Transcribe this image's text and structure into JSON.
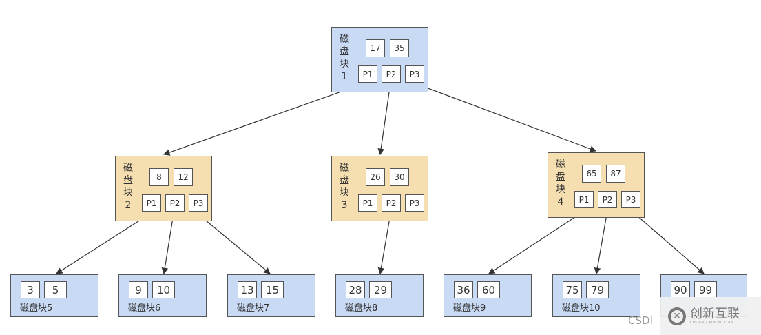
{
  "root": {
    "label": "磁盘块1",
    "keys": [
      "17",
      "35"
    ],
    "pointers": [
      "P1",
      "P2",
      "P3"
    ]
  },
  "level2": [
    {
      "label": "磁盘块2",
      "keys": [
        "8",
        "12"
      ],
      "pointers": [
        "P1",
        "P2",
        "P3"
      ]
    },
    {
      "label": "磁盘块3",
      "keys": [
        "26",
        "30"
      ],
      "pointers": [
        "P1",
        "P2",
        "P3"
      ]
    },
    {
      "label": "磁盘块4",
      "keys": [
        "65",
        "87"
      ],
      "pointers": [
        "P1",
        "P2",
        "P3"
      ]
    }
  ],
  "leaves": [
    {
      "label": "磁盘块5",
      "keys": [
        "3",
        "5"
      ]
    },
    {
      "label": "磁盘块6",
      "keys": [
        "9",
        "10"
      ]
    },
    {
      "label": "磁盘块7",
      "keys": [
        "13",
        "15"
      ]
    },
    {
      "label": "磁盘块8",
      "keys": [
        "28",
        "29"
      ]
    },
    {
      "label": "磁盘块9",
      "keys": [
        "36",
        "60"
      ]
    },
    {
      "label": "磁盘块10",
      "keys": [
        "75",
        "79"
      ]
    },
    {
      "label": "",
      "keys": [
        "90",
        "99"
      ]
    }
  ],
  "watermark": {
    "csdn": "CSDI",
    "brand": "创新互联",
    "brand_sub": "CHUANG XIN HU LIAN"
  },
  "colors": {
    "leaf": "#c9daf5",
    "internal": "#f5dfb0",
    "root": "#c9daf5"
  }
}
